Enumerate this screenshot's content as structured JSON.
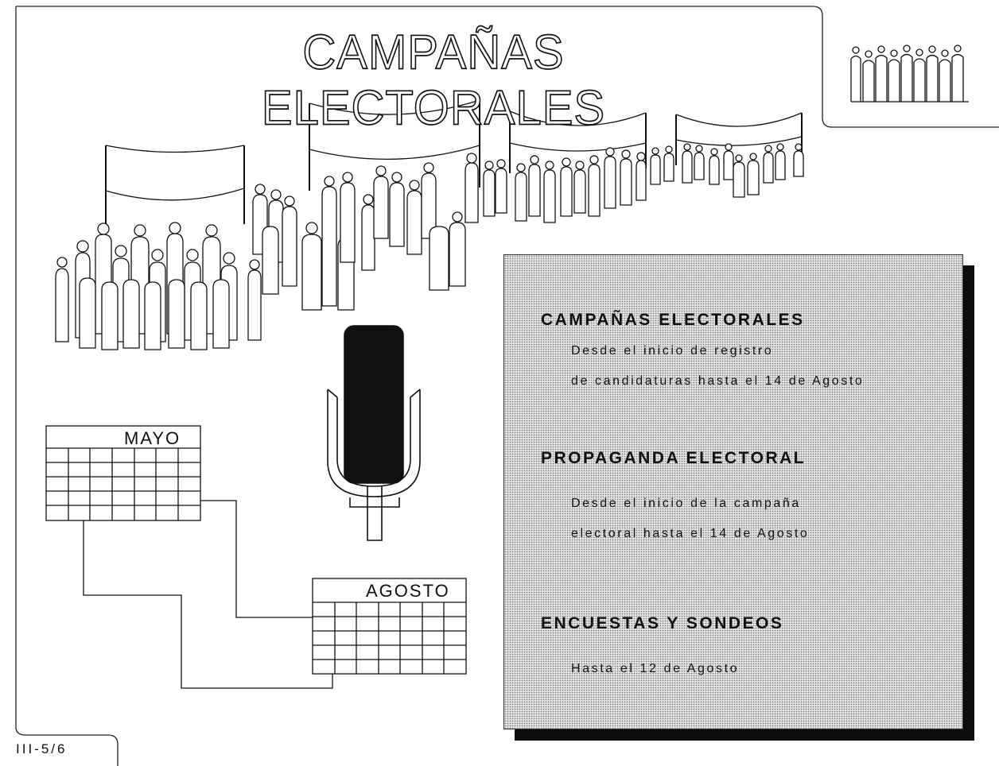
{
  "title": "CAMPAÑAS ELECTORALES",
  "calendars": {
    "may_label": "MAYO",
    "august_label": "AGOSTO"
  },
  "info": {
    "sections": [
      {
        "heading": "CAMPAÑAS ELECTORALES",
        "lines": [
          "Desde el inicio de registro",
          "de candidaturas hasta el 14 de Agosto"
        ]
      },
      {
        "heading": "PROPAGANDA ELECTORAL",
        "lines": [
          "Desde el inicio de la campaña",
          "electoral hasta el 14 de Agosto"
        ]
      },
      {
        "heading": "ENCUESTAS Y SONDEOS",
        "lines": [
          "Hasta el 12 de Agosto"
        ]
      }
    ]
  },
  "page_code": "III-5/6",
  "icons": [
    "crowd-illustration",
    "banner-icon",
    "microphone-icon",
    "calendar-icon",
    "crowd-thumbnail-icon"
  ],
  "colors": {
    "ink": "#111111",
    "panel_dots": "#7a7a7a",
    "shadow": "#0d0d0d"
  }
}
